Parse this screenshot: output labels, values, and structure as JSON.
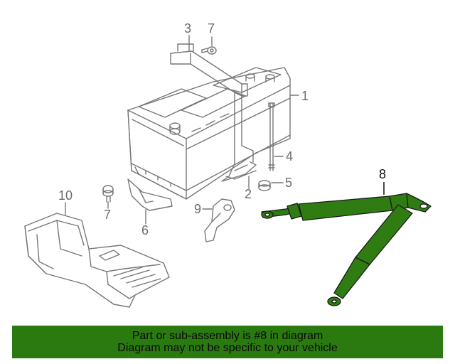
{
  "diagram": {
    "callouts": {
      "c1": "1",
      "c2": "2",
      "c3": "3",
      "c4": "4",
      "c5": "5",
      "c6": "6",
      "c7a": "7",
      "c7b": "7",
      "c8": "8",
      "c9": "9",
      "c10": "10"
    },
    "highlight_part": "8",
    "colors": {
      "line": "#777777",
      "highlight_fill": "#2f7d12",
      "highlight_stroke": "#1a1a1a"
    }
  },
  "banner": {
    "line1": "Part or sub-assembly is #8 in diagram",
    "line2": "Diagram may not be specific to your vehicle",
    "color": "#2a7a10"
  }
}
